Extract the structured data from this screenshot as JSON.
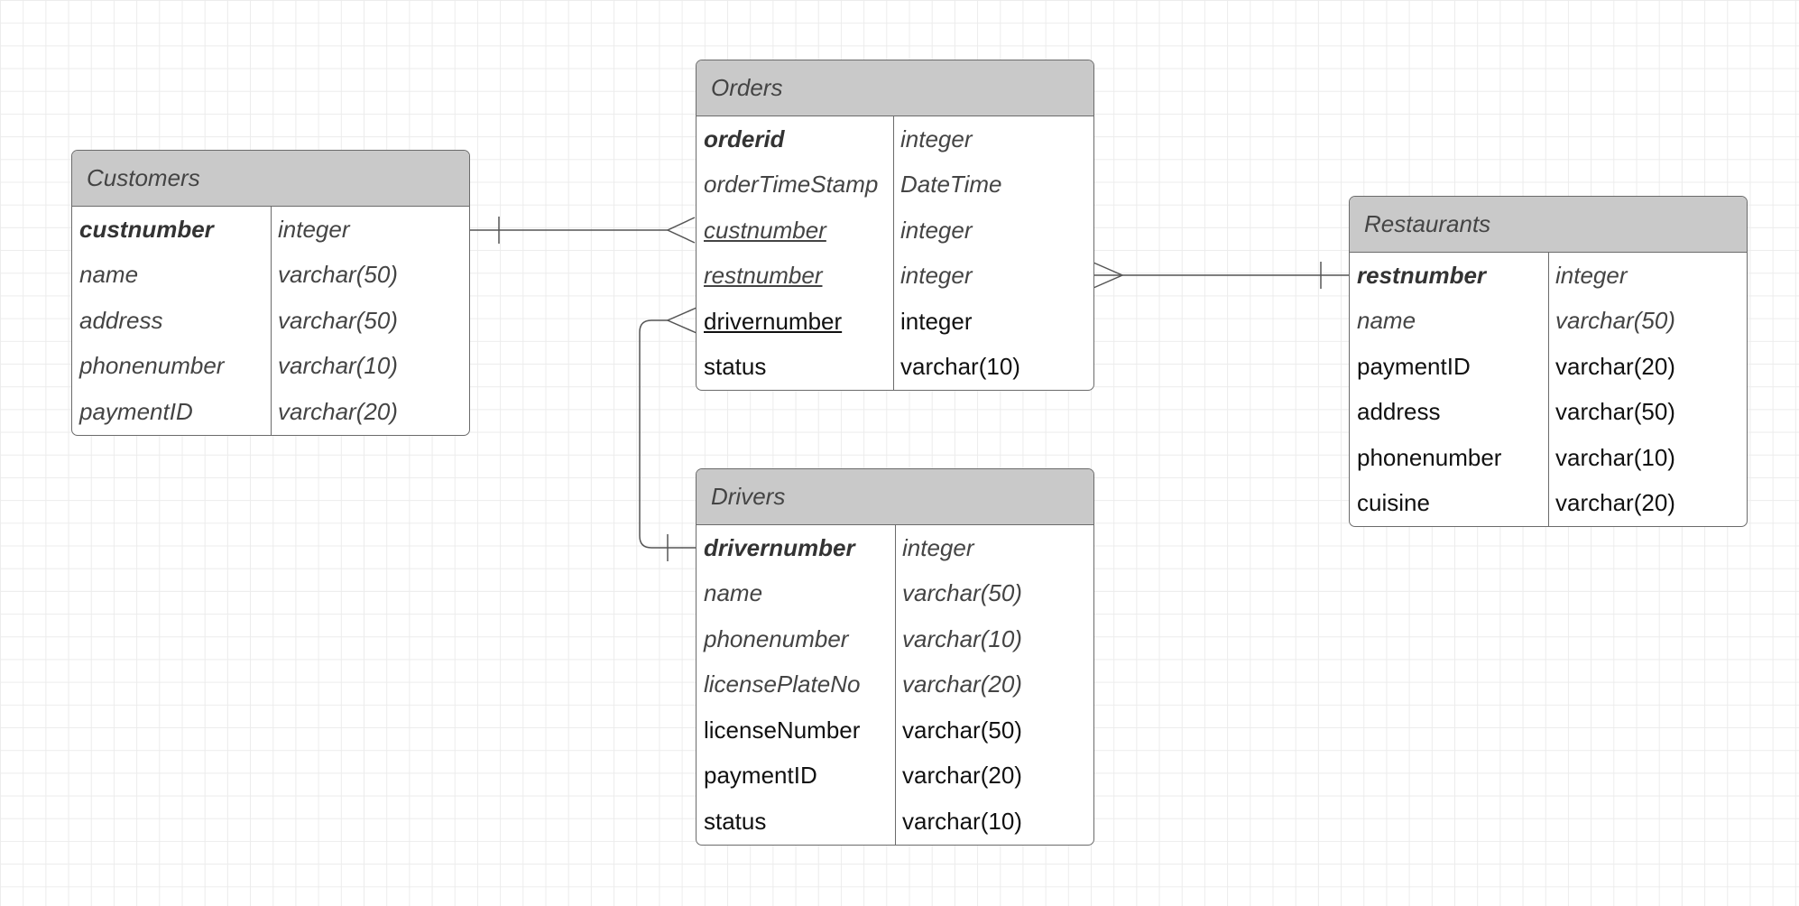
{
  "entities": [
    {
      "id": "customers",
      "title": "Customers",
      "fields": [
        {
          "name": "custnumber",
          "type": "integer",
          "style": "pk"
        },
        {
          "name": "name",
          "type": "varchar(50)",
          "style": "attr"
        },
        {
          "name": "address",
          "type": "varchar(50)",
          "style": "attr"
        },
        {
          "name": "phonenumber",
          "type": "varchar(10)",
          "style": "attr"
        },
        {
          "name": "paymentID",
          "type": "varchar(20)",
          "style": "attr"
        }
      ]
    },
    {
      "id": "orders",
      "title": "Orders",
      "fields": [
        {
          "name": "orderid",
          "type": "integer",
          "style": "pk"
        },
        {
          "name": "orderTimeStamp",
          "type": "DateTime",
          "style": "attr"
        },
        {
          "name": "custnumber",
          "type": "integer",
          "style": "fk"
        },
        {
          "name": "restnumber",
          "type": "integer",
          "style": "fk"
        },
        {
          "name": "drivernumber",
          "type": "integer",
          "style": "fkplain"
        },
        {
          "name": "status",
          "type": "varchar(10)",
          "style": "plain"
        }
      ]
    },
    {
      "id": "restaurants",
      "title": "Restaurants",
      "fields": [
        {
          "name": "restnumber",
          "type": "integer",
          "style": "pk"
        },
        {
          "name": "name",
          "type": "varchar(50)",
          "style": "attr"
        },
        {
          "name": "paymentID",
          "type": "varchar(20)",
          "style": "plain"
        },
        {
          "name": "address",
          "type": "varchar(50)",
          "style": "plain"
        },
        {
          "name": "phonenumber",
          "type": "varchar(10)",
          "style": "plain"
        },
        {
          "name": "cuisine",
          "type": "varchar(20)",
          "style": "plain"
        }
      ]
    },
    {
      "id": "drivers",
      "title": "Drivers",
      "fields": [
        {
          "name": "drivernumber",
          "type": "integer",
          "style": "pk"
        },
        {
          "name": "name",
          "type": "varchar(50)",
          "style": "attr"
        },
        {
          "name": "phonenumber",
          "type": "varchar(10)",
          "style": "attr"
        },
        {
          "name": "licensePlateNo",
          "type": "varchar(20)",
          "style": "attr"
        },
        {
          "name": "licenseNumber",
          "type": "varchar(50)",
          "style": "plain"
        },
        {
          "name": "paymentID",
          "type": "varchar(20)",
          "style": "plain"
        },
        {
          "name": "status",
          "type": "varchar(10)",
          "style": "plain"
        }
      ]
    }
  ],
  "relationships": [
    {
      "from": "customers.custnumber",
      "to": "orders.custnumber",
      "from_end": "one",
      "to_end": "many"
    },
    {
      "from": "restaurants.restnumber",
      "to": "orders.restnumber",
      "from_end": "one",
      "to_end": "many"
    },
    {
      "from": "drivers.drivernumber",
      "to": "orders.drivernumber",
      "from_end": "one",
      "to_end": "many"
    }
  ],
  "colors": {
    "header_fill": "#c9c9c9",
    "border": "#6b6b6b",
    "connector": "#555555",
    "grid": "#ececec"
  }
}
